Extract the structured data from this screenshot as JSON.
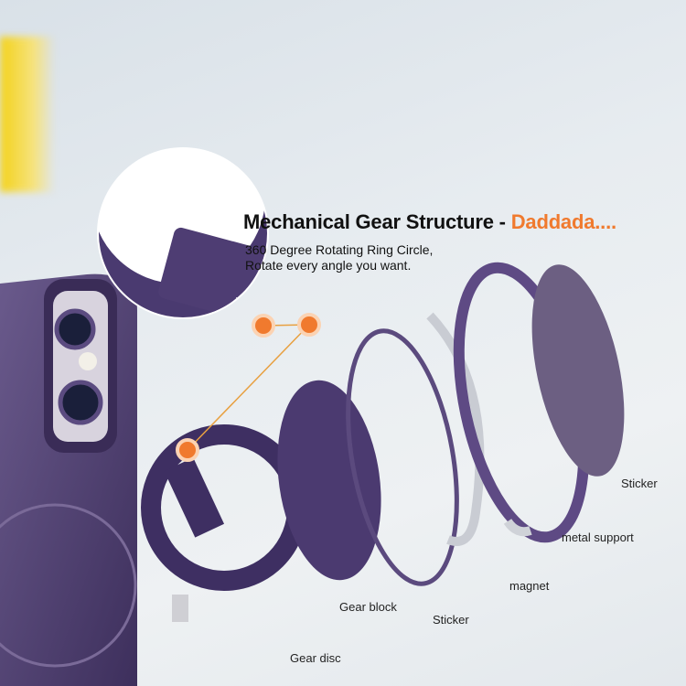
{
  "header": {
    "title": "Mechanical Gear Structure - ",
    "brand": "Daddada....",
    "subtitle_line1": "360 Degree Rotating Ring Circle,",
    "subtitle_line2": "Rotate every angle you want."
  },
  "labels": {
    "sticker_top": "Sticker",
    "metal_support": "metal support",
    "magnet": "magnet",
    "gear_block": "Gear block",
    "sticker_bottom": "Sticker",
    "gear_disc": "Gear disc"
  },
  "colors": {
    "accent": "#f07a2e",
    "product": "#4a3a6e"
  }
}
